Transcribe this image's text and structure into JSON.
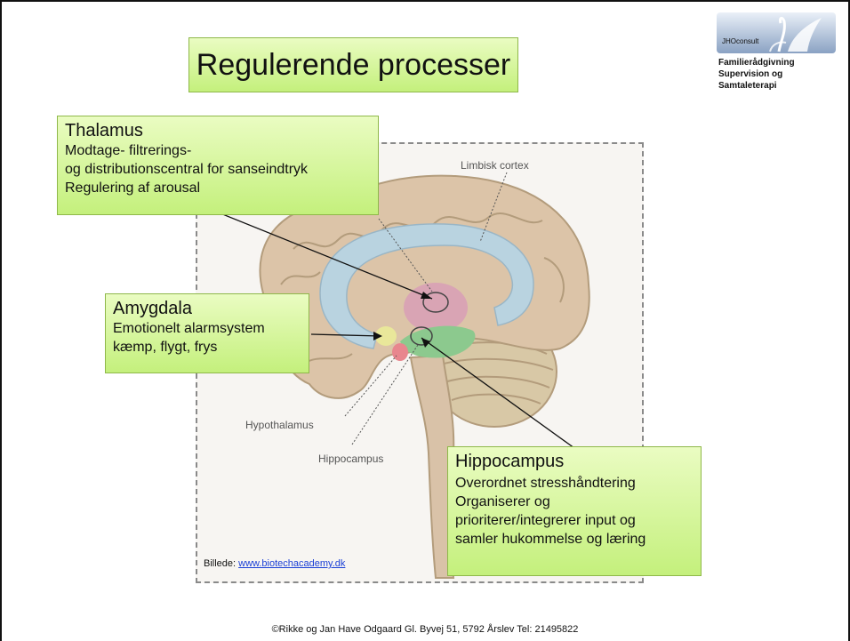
{
  "title": "Regulerende processer",
  "logo": {
    "brand": "JHOconsult",
    "lines": [
      "Familierådgivning",
      "Supervision og",
      "Samtaleterapi"
    ]
  },
  "diagram_labels": {
    "limbisk": "Limbisk cortex",
    "hypothalamus": "Hypothalamus",
    "hippocampus": "Hippocampus"
  },
  "thalamus_box": {
    "heading": "Thalamus",
    "lines": [
      "Modtage- filtrerings-",
      "og distributionscentral for sanseindtryk",
      "Regulering af arousal"
    ]
  },
  "amygdala_box": {
    "heading": "Amygdala",
    "lines": [
      "Emotionelt alarmsystem",
      "kæmp, flygt, frys"
    ]
  },
  "hippocampus_box": {
    "heading": "Hippocampus",
    "lines": [
      "Overordnet stresshåndtering",
      "Organiserer og",
      "prioriterer/integrerer input og",
      "samler hukommelse og læring"
    ]
  },
  "credit": {
    "prefix": "Billede: ",
    "link": "www.biotechacademy.dk"
  },
  "footer": "©Rikke og Jan Have Odgaard  Gl. Byvej 51, 5792 Årslev Tel: 21495822",
  "colors": {
    "box_fill_top": "#eafcc2",
    "box_fill_bottom": "#c4f07c",
    "brain": "#dcc4a8",
    "limbic": "#b9d3e0",
    "thalamus": "#d9a4b4",
    "hippocampus": "#8cc98e",
    "amygdala": "#e9e79a",
    "hypothalamus": "#e8868e"
  }
}
